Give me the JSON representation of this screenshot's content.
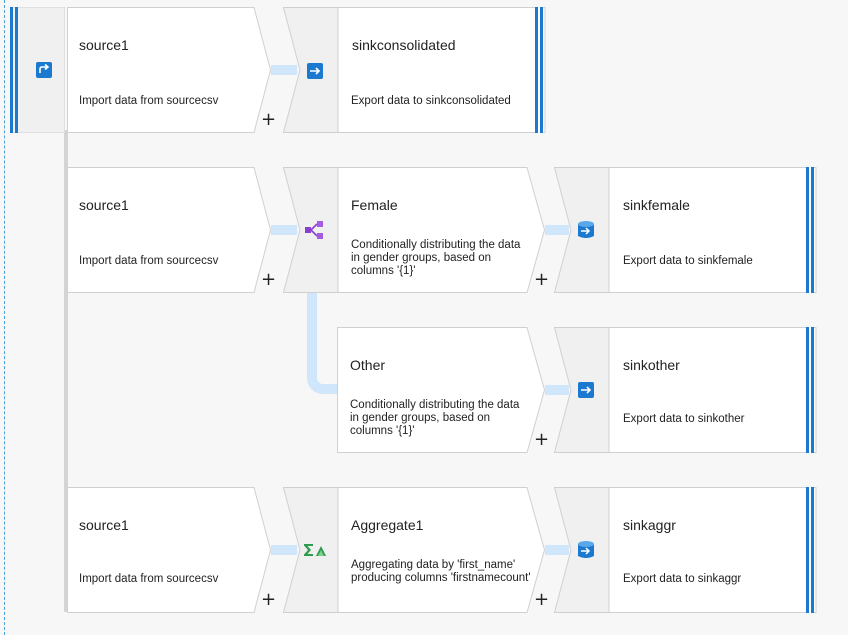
{
  "colors": {
    "accent": "#1c79d0",
    "connector": "#cfe6fb",
    "icon_panel": "#f0f0f0",
    "card": "#ffffff",
    "split_icon": "#8a3fd1",
    "aggregate_icon": "#2e9b4e"
  },
  "start": {
    "icon": "source-stream-icon"
  },
  "rows": [
    {
      "source": {
        "title": "source1",
        "desc": "Import data from sourcecsv",
        "plus": "+"
      },
      "sink": {
        "title": "sinkconsolidated",
        "desc": "Export data to sinkconsolidated",
        "icon": "sink-arrow-icon"
      }
    },
    {
      "source": {
        "title": "source1",
        "desc": "Import data from sourcecsv",
        "plus": "+"
      },
      "transform": {
        "title": "Female",
        "desc": "Conditionally distributing the data in gender groups, based on columns '{1}'",
        "icon": "conditional-split-icon",
        "plus": "+"
      },
      "sink": {
        "title": "sinkfemale",
        "desc": "Export data to sinkfemale",
        "icon": "sink-database-icon"
      }
    },
    {
      "branch": {
        "title": "Other",
        "desc": "Conditionally distributing the data in gender groups, based on columns '{1}'",
        "plus": "+"
      },
      "sink": {
        "title": "sinkother",
        "desc": "Export data to sinkother",
        "icon": "sink-arrow-icon"
      }
    },
    {
      "source": {
        "title": "source1",
        "desc": "Import data from sourcecsv",
        "plus": "+"
      },
      "transform": {
        "title": "Aggregate1",
        "desc": "Aggregating data by 'first_name' producing columns 'firstnamecount'",
        "icon": "aggregate-sigma-icon",
        "plus": "+"
      },
      "sink": {
        "title": "sinkaggr",
        "desc": "Export data to sinkaggr",
        "icon": "sink-database-icon"
      }
    }
  ]
}
